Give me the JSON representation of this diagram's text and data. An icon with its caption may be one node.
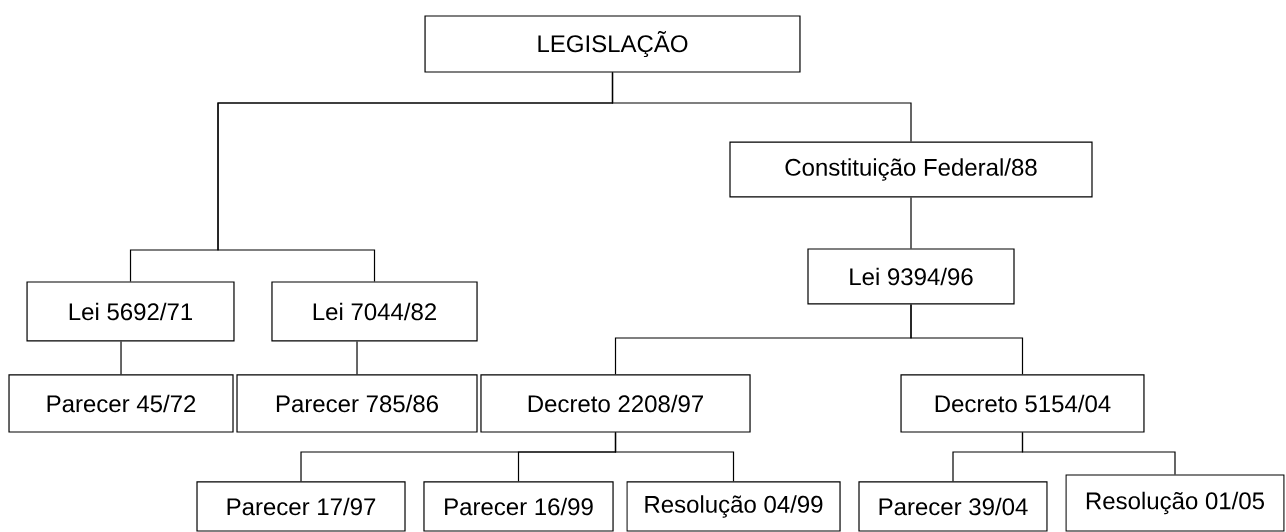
{
  "diagram": {
    "nodes": [
      {
        "text": [
          "LEGISLAÇÃO"
        ]
      },
      {
        "text": [
          "Constituição Federal/88"
        ]
      },
      {
        "text": [
          "Lei 5692/71"
        ]
      },
      {
        "text": [
          "Lei 7044/82"
        ]
      },
      {
        "text": [
          "Lei 9394/96"
        ]
      },
      {
        "text": [
          "Parecer 45/72"
        ]
      },
      {
        "text": [
          "Parecer 785/86"
        ]
      },
      {
        "text": [
          "Decreto 2208/97"
        ]
      },
      {
        "text": [
          "Decreto  5154/04"
        ]
      },
      {
        "text": [
          "Parecer 17/97"
        ]
      },
      {
        "text": [
          "Parecer 16/99"
        ]
      },
      {
        "text": [
          "Resolução 04/99"
        ]
      },
      {
        "text": [
          "Parecer 39/04"
        ]
      },
      {
        "text": [
          "Resolução 01/05"
        ]
      }
    ],
    "edges": [
      {
        "from": 0,
        "to": 1,
        "arrow": "none"
      },
      {
        "from": 0,
        "to": 2,
        "arrow": "none"
      },
      {
        "from": 0,
        "to": 3,
        "arrow": "none"
      },
      {
        "from": 1,
        "to": 4,
        "arrow": "none"
      },
      {
        "from": 2,
        "to": 5,
        "arrow": "none"
      },
      {
        "from": 3,
        "to": 6,
        "arrow": "none"
      },
      {
        "from": 4,
        "to": 7,
        "arrow": "none"
      },
      {
        "from": 4,
        "to": 8,
        "arrow": "none"
      },
      {
        "from": 7,
        "to": 9,
        "arrow": "none"
      },
      {
        "from": 7,
        "to": 10,
        "arrow": "none"
      },
      {
        "from": 7,
        "to": 11,
        "arrow": "none"
      },
      {
        "from": 8,
        "to": 12,
        "arrow": "none"
      },
      {
        "from": 8,
        "to": 13,
        "arrow": "none"
      }
    ]
  }
}
